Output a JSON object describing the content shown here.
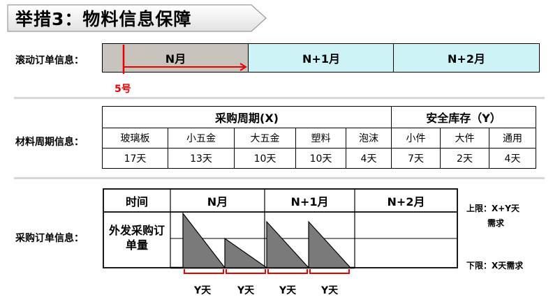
{
  "title": "举措3：物料信息保障",
  "rolling": {
    "label": "滚动订单信息：",
    "months": [
      "N月",
      "N+1月",
      "N+2月"
    ],
    "day_marker": "5号"
  },
  "material": {
    "label": "材料周期信息：",
    "purchase_header": "采购周期(X)",
    "safety_header": "安全库存（Y）",
    "items": [
      {
        "name": "玻璃板",
        "value": "17天"
      },
      {
        "name": "小五金",
        "value": "13天"
      },
      {
        "name": "大五金",
        "value": "10天"
      },
      {
        "name": "塑料",
        "value": "10天"
      },
      {
        "name": "泡沫",
        "value": "4天"
      },
      {
        "name": "小件",
        "value": "7天"
      },
      {
        "name": "大件",
        "value": "2天"
      },
      {
        "name": "通用",
        "value": "4天"
      }
    ]
  },
  "purchase_order": {
    "label": "采购订单信息：",
    "time_header": "时间",
    "row_label": "外发采购订单量",
    "months": [
      "N月",
      "N+1月",
      "N+2月"
    ],
    "upper_limit": "上限：X+Y天",
    "upper_limit_2": "需求",
    "lower_limit": "下限：X天需求",
    "y_labels": [
      "Y天",
      "Y天",
      "Y天",
      "Y天"
    ]
  },
  "colors": {
    "gray_month": "#c8c3bd",
    "cyan_month": "#cdf3f7",
    "accent_red": "#e60000",
    "triangle_fill": "#7a7a7a"
  }
}
